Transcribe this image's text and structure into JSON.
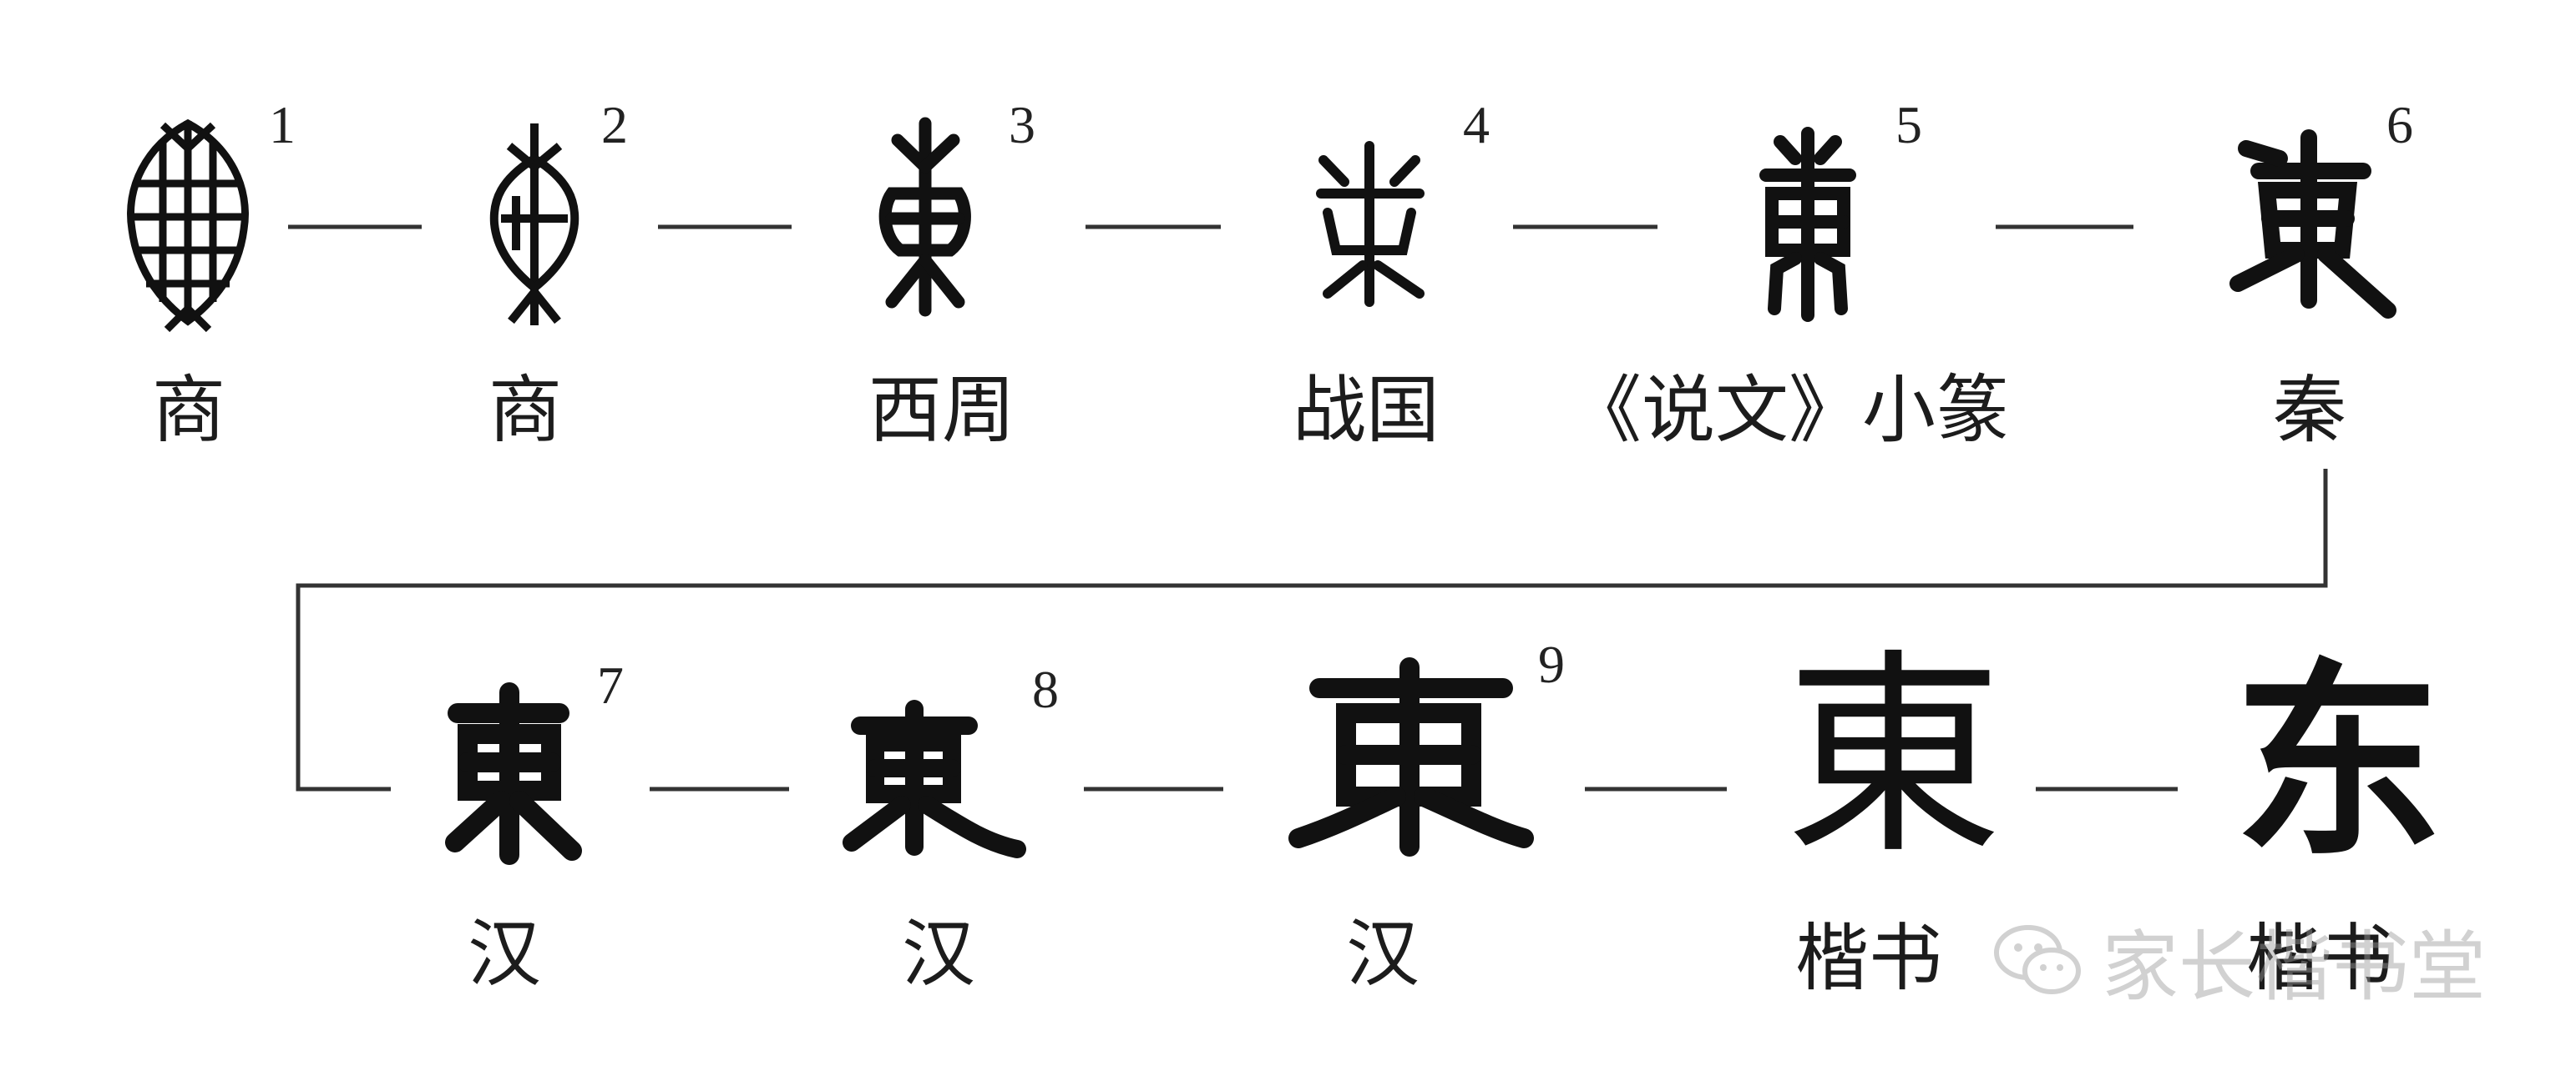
{
  "row1": {
    "numbers": [
      "1",
      "2",
      "3",
      "4",
      "5",
      "6"
    ],
    "eras": [
      "商",
      "商",
      "西周",
      "战国",
      "《说文》小篆",
      "秦"
    ]
  },
  "row2": {
    "numbers": [
      "7",
      "8",
      "9"
    ],
    "eras": [
      "汉",
      "汉",
      "汉",
      "楷书",
      "楷书"
    ],
    "modern_chars": {
      "kaishu_traditional": "東",
      "kaishu_simplified": "东"
    }
  },
  "watermark": {
    "text": "家长楷书堂",
    "icon": "wechat-icon"
  },
  "colors": {
    "ink": "#111111",
    "line": "#333333",
    "watermark": "#9a9a9a"
  }
}
